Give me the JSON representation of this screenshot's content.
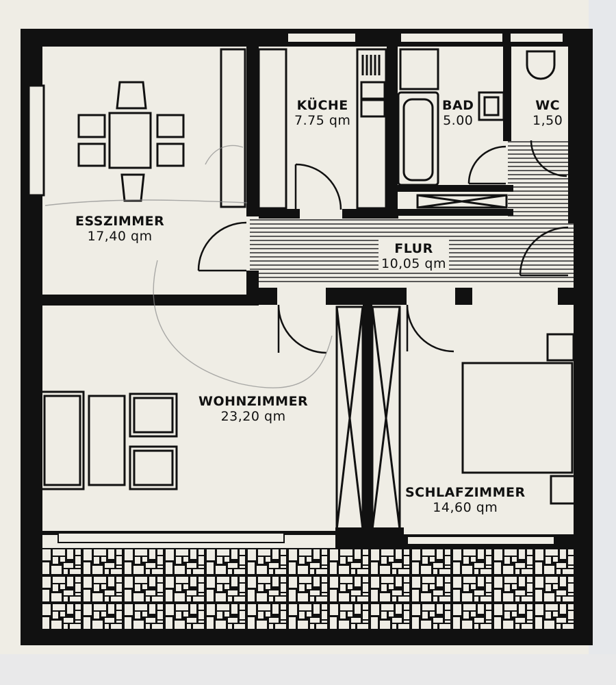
{
  "plan": {
    "background": "#efede5",
    "wall_color": "#111111",
    "hatch_color": "#222222"
  },
  "rooms": {
    "esszimmer": {
      "name": "ESSZIMMER",
      "area": "17,40 qm"
    },
    "kueche": {
      "name": "KÜCHE",
      "area": "7.75 qm"
    },
    "bad": {
      "name": "BAD",
      "area": "5.00"
    },
    "wc": {
      "name": "WC",
      "area": "1,50"
    },
    "flur": {
      "name": "FLUR",
      "area": "10,05 qm"
    },
    "wohnzimmer": {
      "name": "WOHNZIMMER",
      "area": "23,20 qm"
    },
    "schlafzimmer": {
      "name": "SCHLAFZIMMER",
      "area": "14,60 qm"
    }
  }
}
